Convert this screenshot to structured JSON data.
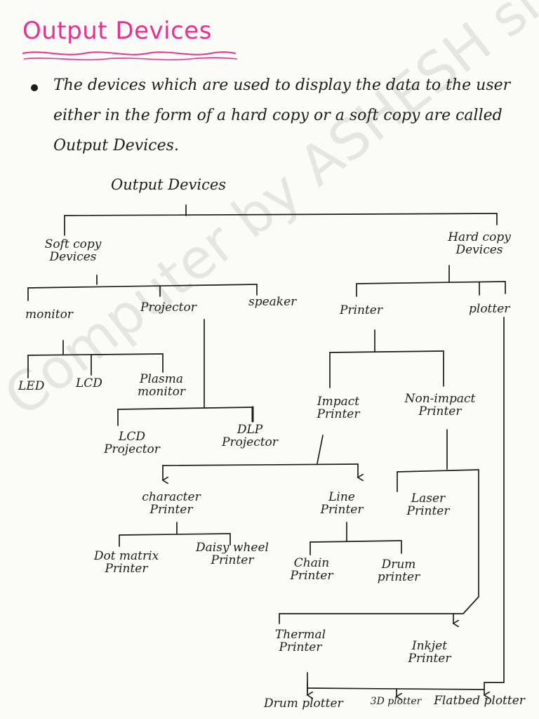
{
  "title": "Output Devices",
  "intro": "The devices which are used to display the data to the user either in the form of a hard copy or a soft copy are called Output Devices.",
  "watermark": "Computer by ASHESH sir",
  "tree": {
    "root": "Output Devices",
    "soft_copy": "Soft copy Devices",
    "hard_copy": "Hard copy Devices",
    "monitor": "monitor",
    "projector": "Projector",
    "speaker": "speaker",
    "led": "LED",
    "lcd": "LCD",
    "plasma": "Plasma monitor",
    "lcd_projector": "LCD Projector",
    "dlp_projector": "DLP Projector",
    "printer": "Printer",
    "plotter": "plotter",
    "impact": "Impact Printer",
    "non_impact": "Non-impact Printer",
    "character": "character Printer",
    "line": "Line Printer",
    "laser": "Laser Printer",
    "dot_matrix": "Dot matrix Printer",
    "daisy_wheel": "Daisy wheel Printer",
    "chain": "Chain Printer",
    "drum_printer": "Drum printer",
    "thermal": "Thermal Printer",
    "inkjet": "Inkjet Printer",
    "drum_plotter": "Drum plotter",
    "plotter_3d": "3D plotter",
    "flatbed": "Flatbed plotter"
  }
}
